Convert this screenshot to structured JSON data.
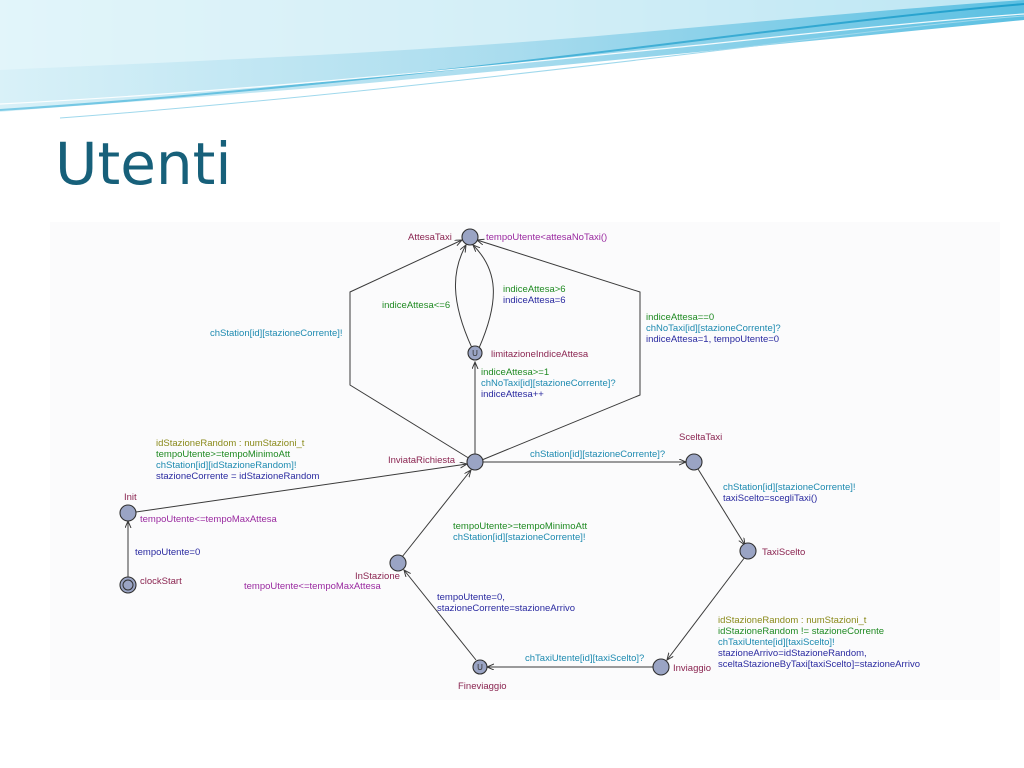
{
  "slide": {
    "title": "Utenti",
    "colors": {
      "title": "#17607a",
      "wave_light": "#b8e4f2",
      "wave_dark": "#2aa6cf"
    }
  },
  "automaton": {
    "locations": {
      "attesa_taxi": {
        "name": "AttesaTaxi",
        "invariant": "tempoUtente<attesaNoTaxi()"
      },
      "limitazione": {
        "name": "limitazioneIndiceAttesa",
        "urgent_mark": "U"
      },
      "invia_richiesta": {
        "name": "InviataRichiesta"
      },
      "scelta_taxi": {
        "name": "SceltaTaxi"
      },
      "taxi_scelto": {
        "name": "TaxiScelto"
      },
      "init": {
        "name": "Init",
        "invariant": "tempoUtente<=tempoMaxAttesa"
      },
      "clock_start": {
        "name": "clockStart"
      },
      "in_stazione": {
        "name": "InStazione",
        "invariant": "tempoUtente<=tempoMaxAttesa"
      },
      "fine_viaggio": {
        "name": "Fineviaggio",
        "urgent_mark": "U"
      },
      "inviaggio": {
        "name": "Inviaggio"
      }
    },
    "edges": {
      "richiesta_to_attesa_left": {
        "sync": "chStation[id][stazioneCorrente]!"
      },
      "limitazione_to_attesa_a": {
        "guard": "indiceAttesa<=6"
      },
      "limitazione_to_attesa_b": {
        "guard": "indiceAttesa>6",
        "update": "indiceAttesa=6"
      },
      "richiesta_to_attesa_right": {
        "guard": "indiceAttesa==0",
        "sync": "chNoTaxi[id][stazioneCorrente]?",
        "update": "indiceAttesa=1, tempoUtente=0"
      },
      "richiesta_to_limitazione": {
        "guard": "indiceAttesa>=1",
        "sync": "chNoTaxi[id][stazioneCorrente]?",
        "update": "indiceAttesa++"
      },
      "init_to_richiesta": {
        "select": "idStazioneRandom : numStazioni_t",
        "guard": "tempoUtente>=tempoMinimoAtt",
        "sync": "chStation[id][idStazioneRandom]!",
        "update": "stazioneCorrente = idStazioneRandom"
      },
      "richiesta_to_scelta": {
        "sync": "chStation[id][stazioneCorrente]?"
      },
      "scelta_to_scelto": {
        "sync": "chStation[id][stazioneCorrente]!",
        "update": "taxiScelto=scegliTaxi()"
      },
      "clock_to_init": {
        "update": "tempoUtente=0"
      },
      "stazione_to_richiesta": {
        "guard": "tempoUtente>=tempoMinimoAtt",
        "sync": "chStation[id][stazioneCorrente]!"
      },
      "fine_to_stazione": {
        "update_1": "tempoUtente=0,",
        "update_2": "stazioneCorrente=stazioneArrivo"
      },
      "scelto_to_inviaggio": {
        "select": "idStazioneRandom : numStazioni_t",
        "guard": "idStazioneRandom != stazioneCorrente",
        "sync": "chTaxiUtente[id][taxiScelto]!",
        "update_1": "stazioneArrivo=idStazioneRandom,",
        "update_2": "sceltaStazioneByTaxi[taxiScelto]=stazioneArrivo"
      },
      "inviaggio_to_fine": {
        "sync": "chTaxiUtente[id][taxiScelto]?"
      }
    }
  }
}
